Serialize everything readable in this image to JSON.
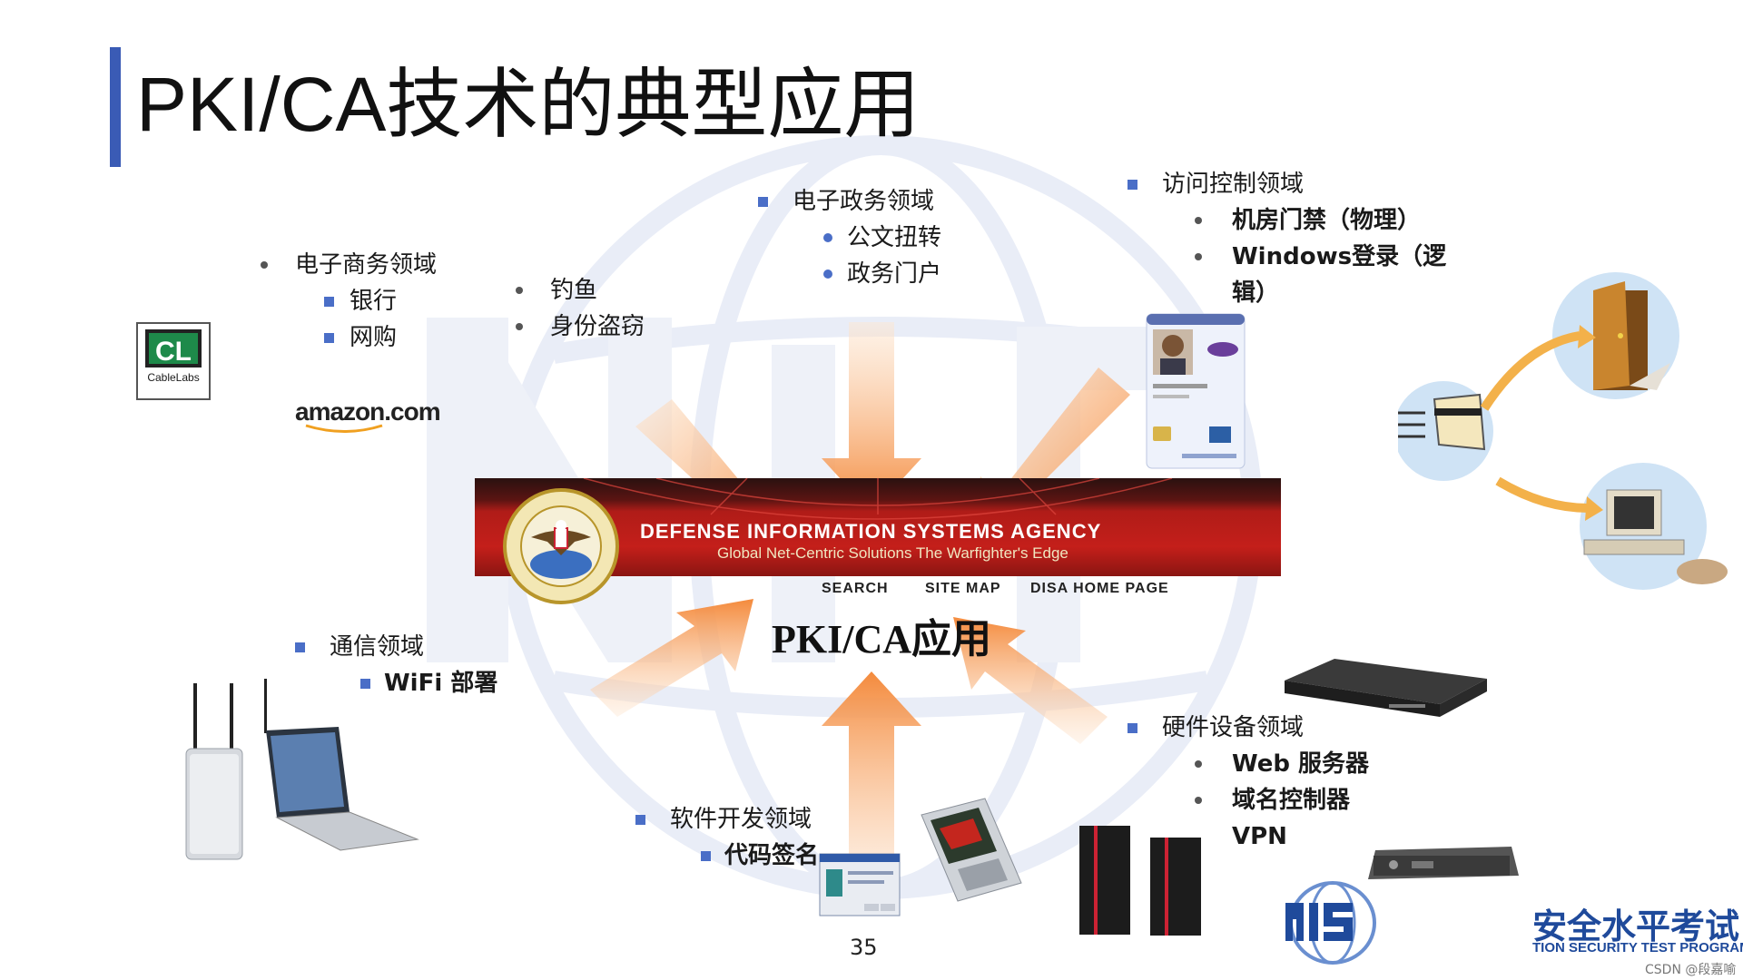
{
  "slide": {
    "title": "PKI/CA技术的典型应用",
    "page_number": "35",
    "credit": "CSDN @段嘉喻",
    "accent_color": "#3a5bb5"
  },
  "ecommerce": {
    "heading": "电子商务领域",
    "items": [
      "银行",
      "网购"
    ],
    "logos": {
      "cablelabs": "CL",
      "cablelabs_sub": "CableLabs",
      "amazon": "amazon.com"
    }
  },
  "threats": {
    "items": [
      "钓鱼",
      "身份盗窃"
    ]
  },
  "egov": {
    "heading": "电子政务领域",
    "items": [
      "公文扭转",
      "政务门户"
    ]
  },
  "access": {
    "heading": "访问控制领域",
    "items": [
      "机房门禁（物理）",
      "Windows登录（逻",
      "辑）"
    ]
  },
  "comm": {
    "heading": "通信领域",
    "items": [
      "WiFi 部署"
    ]
  },
  "software": {
    "heading": "软件开发领域",
    "items": [
      "代码签名"
    ]
  },
  "hardware": {
    "heading": "硬件设备领域",
    "items": [
      "Web 服务器",
      "域名控制器",
      "VPN"
    ]
  },
  "center": {
    "agency_name": "DEFENSE INFORMATION SYSTEMS AGENCY",
    "tagline": "Global Net-Centric Solutions  The Warfighter's Edge",
    "nav": [
      "SEARCH",
      "SITE MAP",
      "DISA HOME PAGE"
    ],
    "label": "PKI/CA应用"
  },
  "org": {
    "name_cn": "安全水平考试",
    "name_en": "TION SECURITY TEST PROGRAM"
  },
  "icons": [
    "cablelabs-logo",
    "amazon-logo",
    "id-card-icon",
    "door-icon",
    "card-reader-icon",
    "computer-icon",
    "wifi-router-icon",
    "laptop-icon",
    "software-dialog-icon",
    "mobile-phone-icon",
    "server-tower-icon",
    "rack-server-icon",
    "vpn-device-icon",
    "nis-logo",
    "disa-seal"
  ]
}
